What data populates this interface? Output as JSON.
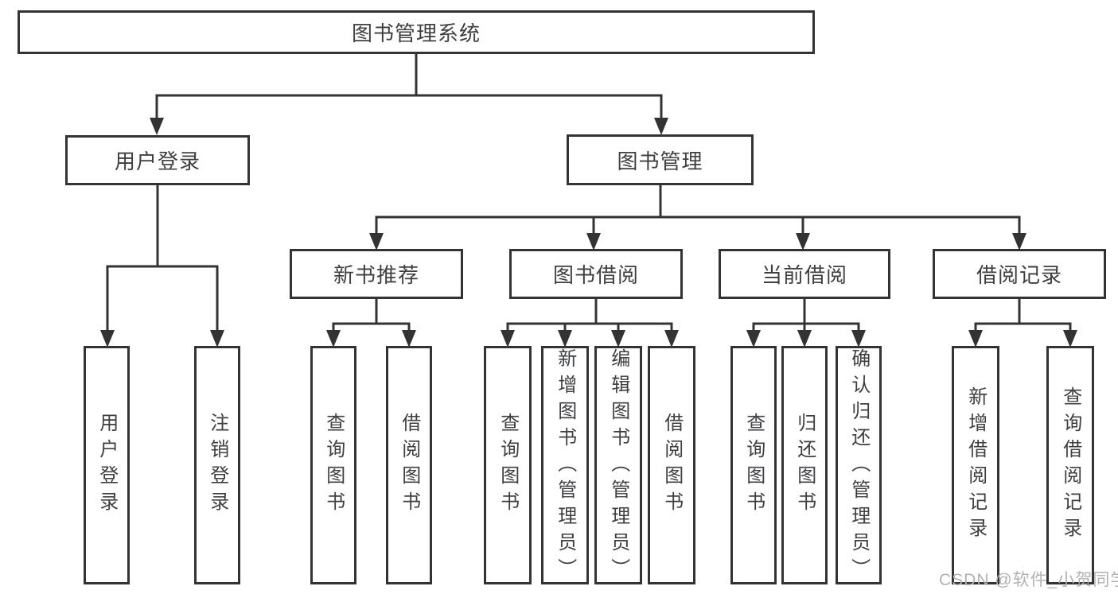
{
  "tree": {
    "root": {
      "label": "图书管理系统"
    },
    "branches": [
      {
        "label": "用户登录",
        "children": [
          "用户登录",
          "注销登录"
        ]
      },
      {
        "label": "图书管理",
        "sections": [
          {
            "label": "新书推荐",
            "children": [
              "查询图书",
              "借阅图书"
            ]
          },
          {
            "label": "图书借阅",
            "children": [
              "查询图书",
              "新增图书（管理员）",
              "编辑图书（管理员）",
              "借阅图书"
            ]
          },
          {
            "label": "当前借阅",
            "children": [
              "查询图书",
              "归还图书",
              "确认归还（管理员）"
            ]
          },
          {
            "label": "借阅记录",
            "children": [
              "新增借阅记录",
              "查询借阅记录"
            ]
          }
        ]
      }
    ]
  },
  "watermark": {
    "text": "CSDN @软件_小贺同学"
  },
  "colors": {
    "line": "#333333",
    "box_border": "#333333",
    "text": "#3d3f42",
    "watermark": "#b2b2b2",
    "background": "#ffffff"
  }
}
